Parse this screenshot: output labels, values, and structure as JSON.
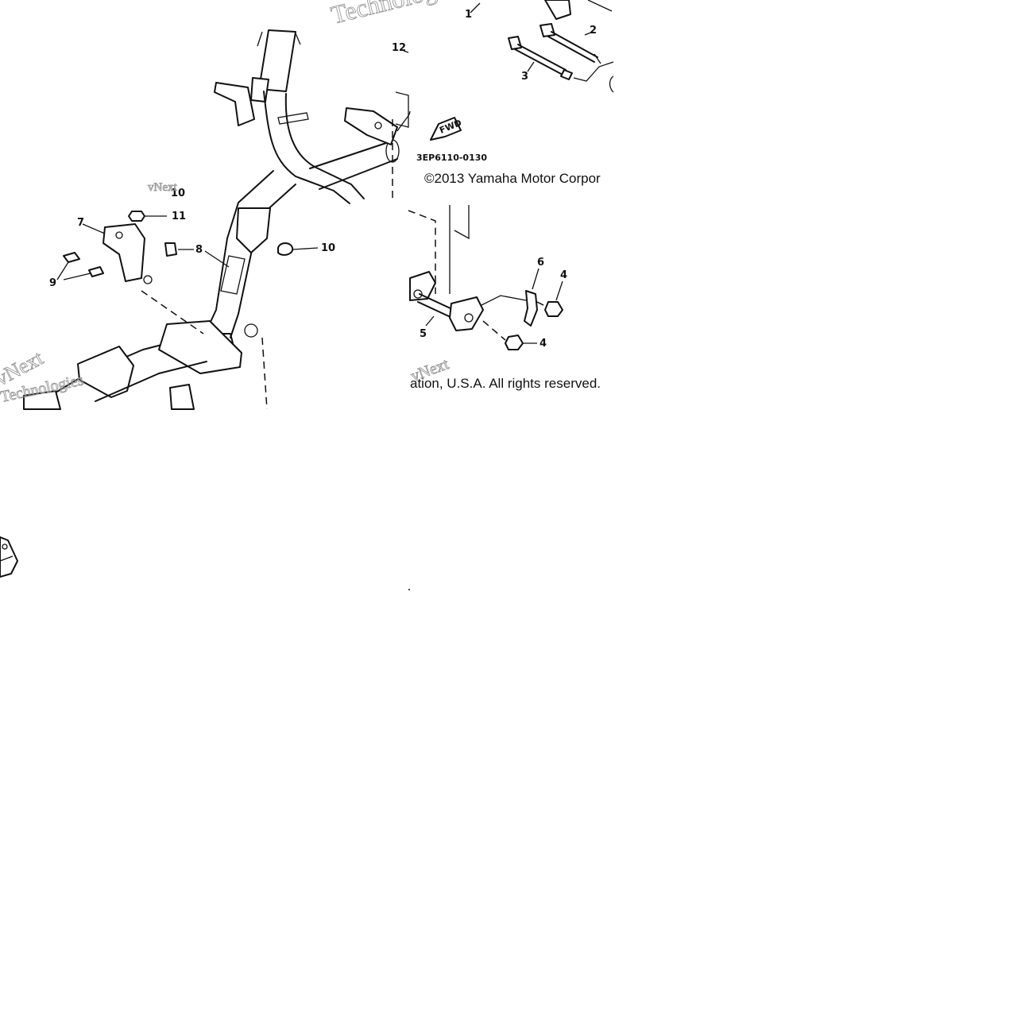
{
  "diagram": {
    "part_labels": {
      "p1": "1",
      "p2": "2",
      "p3": "3",
      "p4a": "4",
      "p4b": "4",
      "p5": "5",
      "p6": "6",
      "p7": "7",
      "p8": "8",
      "p9": "9",
      "p10a": "10",
      "p10b": "10",
      "p11": "11",
      "p12": "12"
    },
    "drawing_code": "3EP6110-0130",
    "fwd_label": "FWD",
    "copyright_top": "©2013 Yamaha Motor Corpor",
    "copyright_bottom": "ation, U.S.A. All rights reserved.",
    "watermark": {
      "line1": "vNext",
      "line2": "Technologies"
    }
  }
}
